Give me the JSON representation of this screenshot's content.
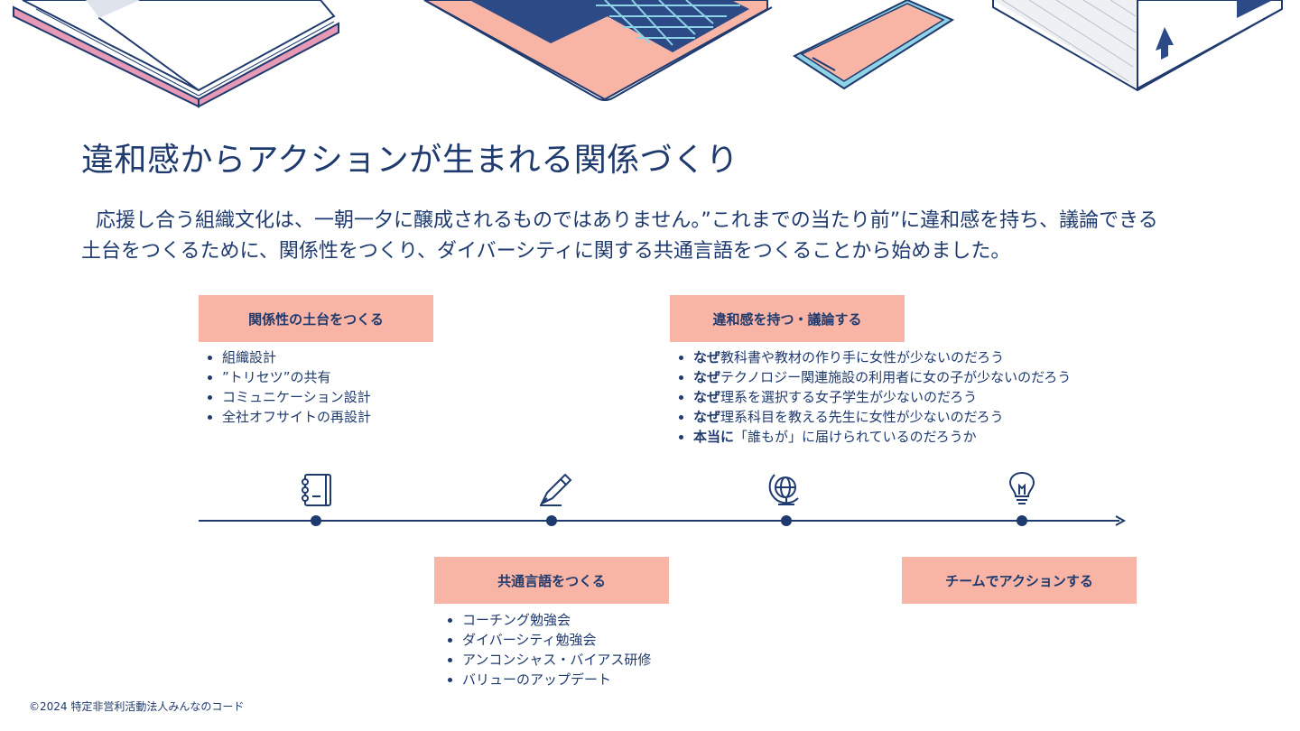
{
  "title": "違和感からアクションが生まれる関係づくり",
  "intro": {
    "line1": "応援し合う組織文化は、一朝一夕に醸成されるものではありません。”これまでの当たり前”に違和感を持ち、議論できる",
    "line2": "土台をつくるために、関係性をつくり、ダイバーシティに関する共通言語をつくることから始めました。"
  },
  "stages": [
    {
      "label": "関係性の土台をつくる",
      "items": [
        "組織設計",
        "”トリセツ”の共有",
        "コミュニケーション設計",
        "全社オフサイトの再設計"
      ],
      "icon": "notebook-icon"
    },
    {
      "label": "共通言語をつくる",
      "items": [
        "コーチング勉強会",
        "ダイバーシティ勉強会",
        "アンコンシャス・バイアス研修",
        "バリューのアップデート"
      ],
      "icon": "pen-icon"
    },
    {
      "label": "違和感を持つ・議論する",
      "items": [
        {
          "em": "なぜ",
          "text": "教科書や教材の作り手に女性が少ないのだろう"
        },
        {
          "em": "なぜ",
          "text": "テクノロジー関連施設の利用者に女の子が少ないのだろう"
        },
        {
          "em": "なぜ",
          "text": "理系を選択する女子学生が少ないのだろう"
        },
        {
          "em": "なぜ",
          "text": "理系科目を教える先生に女性が少ないのだろう"
        },
        {
          "em": "本当に",
          "text": "「誰もが」に届けられているのだろうか"
        }
      ],
      "icon": "globe-icon"
    },
    {
      "label": "チームでアクションする",
      "items": [],
      "icon": "lightbulb-icon"
    }
  ],
  "copyright": "©2024 特定非営利活動法人みんなのコード",
  "colors": {
    "navy": "#1f3a6e",
    "salmon": "#f8b5a5",
    "pink": "#e79ab6",
    "cyan": "#8fd3e6"
  }
}
